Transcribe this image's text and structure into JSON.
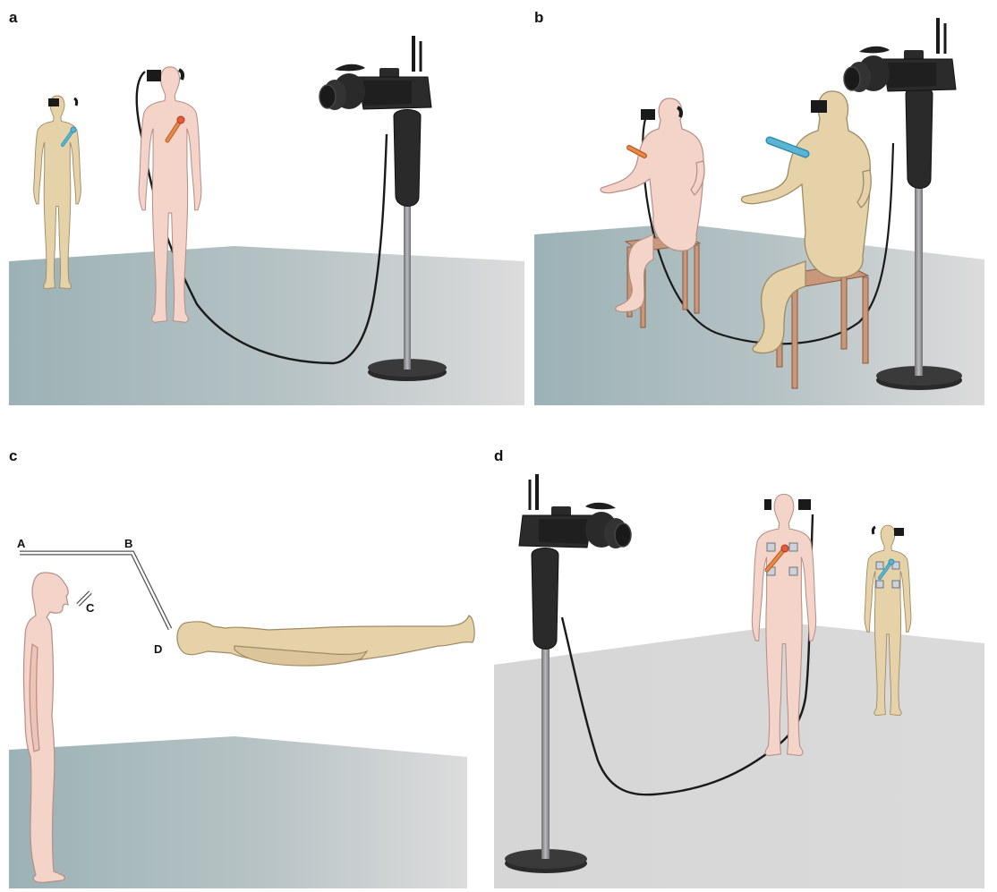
{
  "panels": [
    {
      "id": "a",
      "label": "a"
    },
    {
      "id": "b",
      "label": "b"
    },
    {
      "id": "c",
      "label": "c"
    },
    {
      "id": "d",
      "label": "d"
    }
  ],
  "point_labels": {
    "A": "A",
    "B": "B",
    "C": "C",
    "D": "D"
  },
  "colors": {
    "floor_teal": "#9fb4b8",
    "floor_grey": "#dcdcdc",
    "skin_pink": "#f3d2c8",
    "skin_tan": "#e8d5ad",
    "camera_black": "#222222",
    "pole_grey": "#8d8f93",
    "stick_orange": "#e8894a",
    "stick_blue": "#5ab4d2",
    "stool_brown": "#c9977a"
  },
  "icons": [
    "video-camera-icon",
    "head-mounted-display-icon",
    "stick-icon",
    "stool-icon"
  ]
}
